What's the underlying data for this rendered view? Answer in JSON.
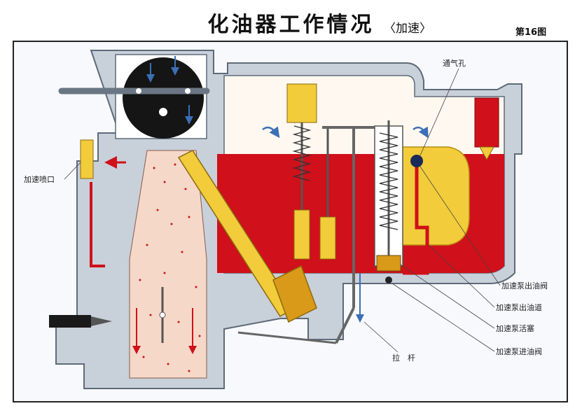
{
  "header": {
    "title": "化油器工作情况",
    "subtitle": "〈加速〉",
    "figure_number": "第16图"
  },
  "labels": {
    "accel_nozzle": "加速喷口",
    "vent_hole": "通气孔",
    "pump_outlet_valve": "加速泵出油阀",
    "pump_outlet_channel": "加速泵出油道",
    "pump_piston": "加速泵活塞",
    "pump_inlet_valve": "加速泵进油阀",
    "pull_rod": "拉　杆"
  },
  "colors": {
    "fuel": "#d0101a",
    "float": "#f2cc3a",
    "body": "#c8d0da",
    "body_dark": "#7a8594",
    "mixture": "#f5d8c8",
    "arrow": "#3b6fb6"
  }
}
